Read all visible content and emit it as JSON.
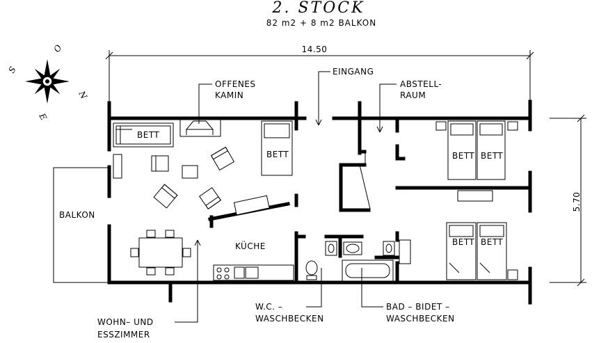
{
  "header": {
    "title": "2.  STOCK",
    "subtitle": "82 m2 + 8 m2 BALKON"
  },
  "compass": {
    "n": "N",
    "o": "O",
    "s": "S",
    "w": "E"
  },
  "dimensions": {
    "width": "14.50",
    "depth": "5.70"
  },
  "rooms": {
    "balkon": "BALKON",
    "kamin_1": "OFFENES",
    "kamin_2": "KAMIN",
    "eingang": "EINGANG",
    "abstell_1": "ABSTELL-",
    "abstell_2": "RAUM",
    "kueche": "KÜCHE",
    "wc_1": "W.C.  –",
    "wc_2": "WASCHBECKEN",
    "bad_1": "BAD  –  BIDET  –",
    "bad_2": "WASCHBECKEN",
    "wohn_1": "WOHN–  UND",
    "wohn_2": "ESSZIMMER"
  },
  "beds": {
    "living_sofa": "BETT",
    "living_bed": "BETT",
    "room1_left": "BETT",
    "room1_right": "BETT",
    "room2_left": "BETT",
    "room2_right": "BETT"
  }
}
